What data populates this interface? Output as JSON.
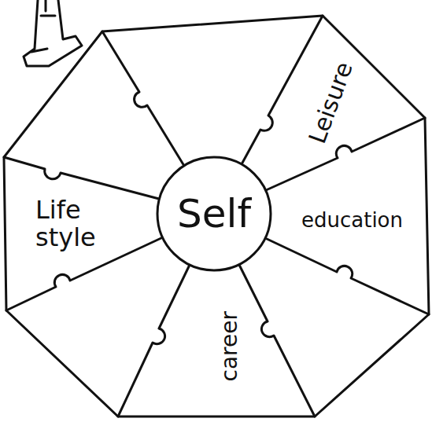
{
  "diagram": {
    "nodes": [
      {
        "text": [
          "Leisure"
        ]
      },
      {
        "text": [
          "Life style"
        ]
      },
      {
        "text": [
          "Self"
        ]
      },
      {
        "text": [
          "education"
        ]
      },
      {
        "text": [
          "career"
        ]
      }
    ]
  }
}
